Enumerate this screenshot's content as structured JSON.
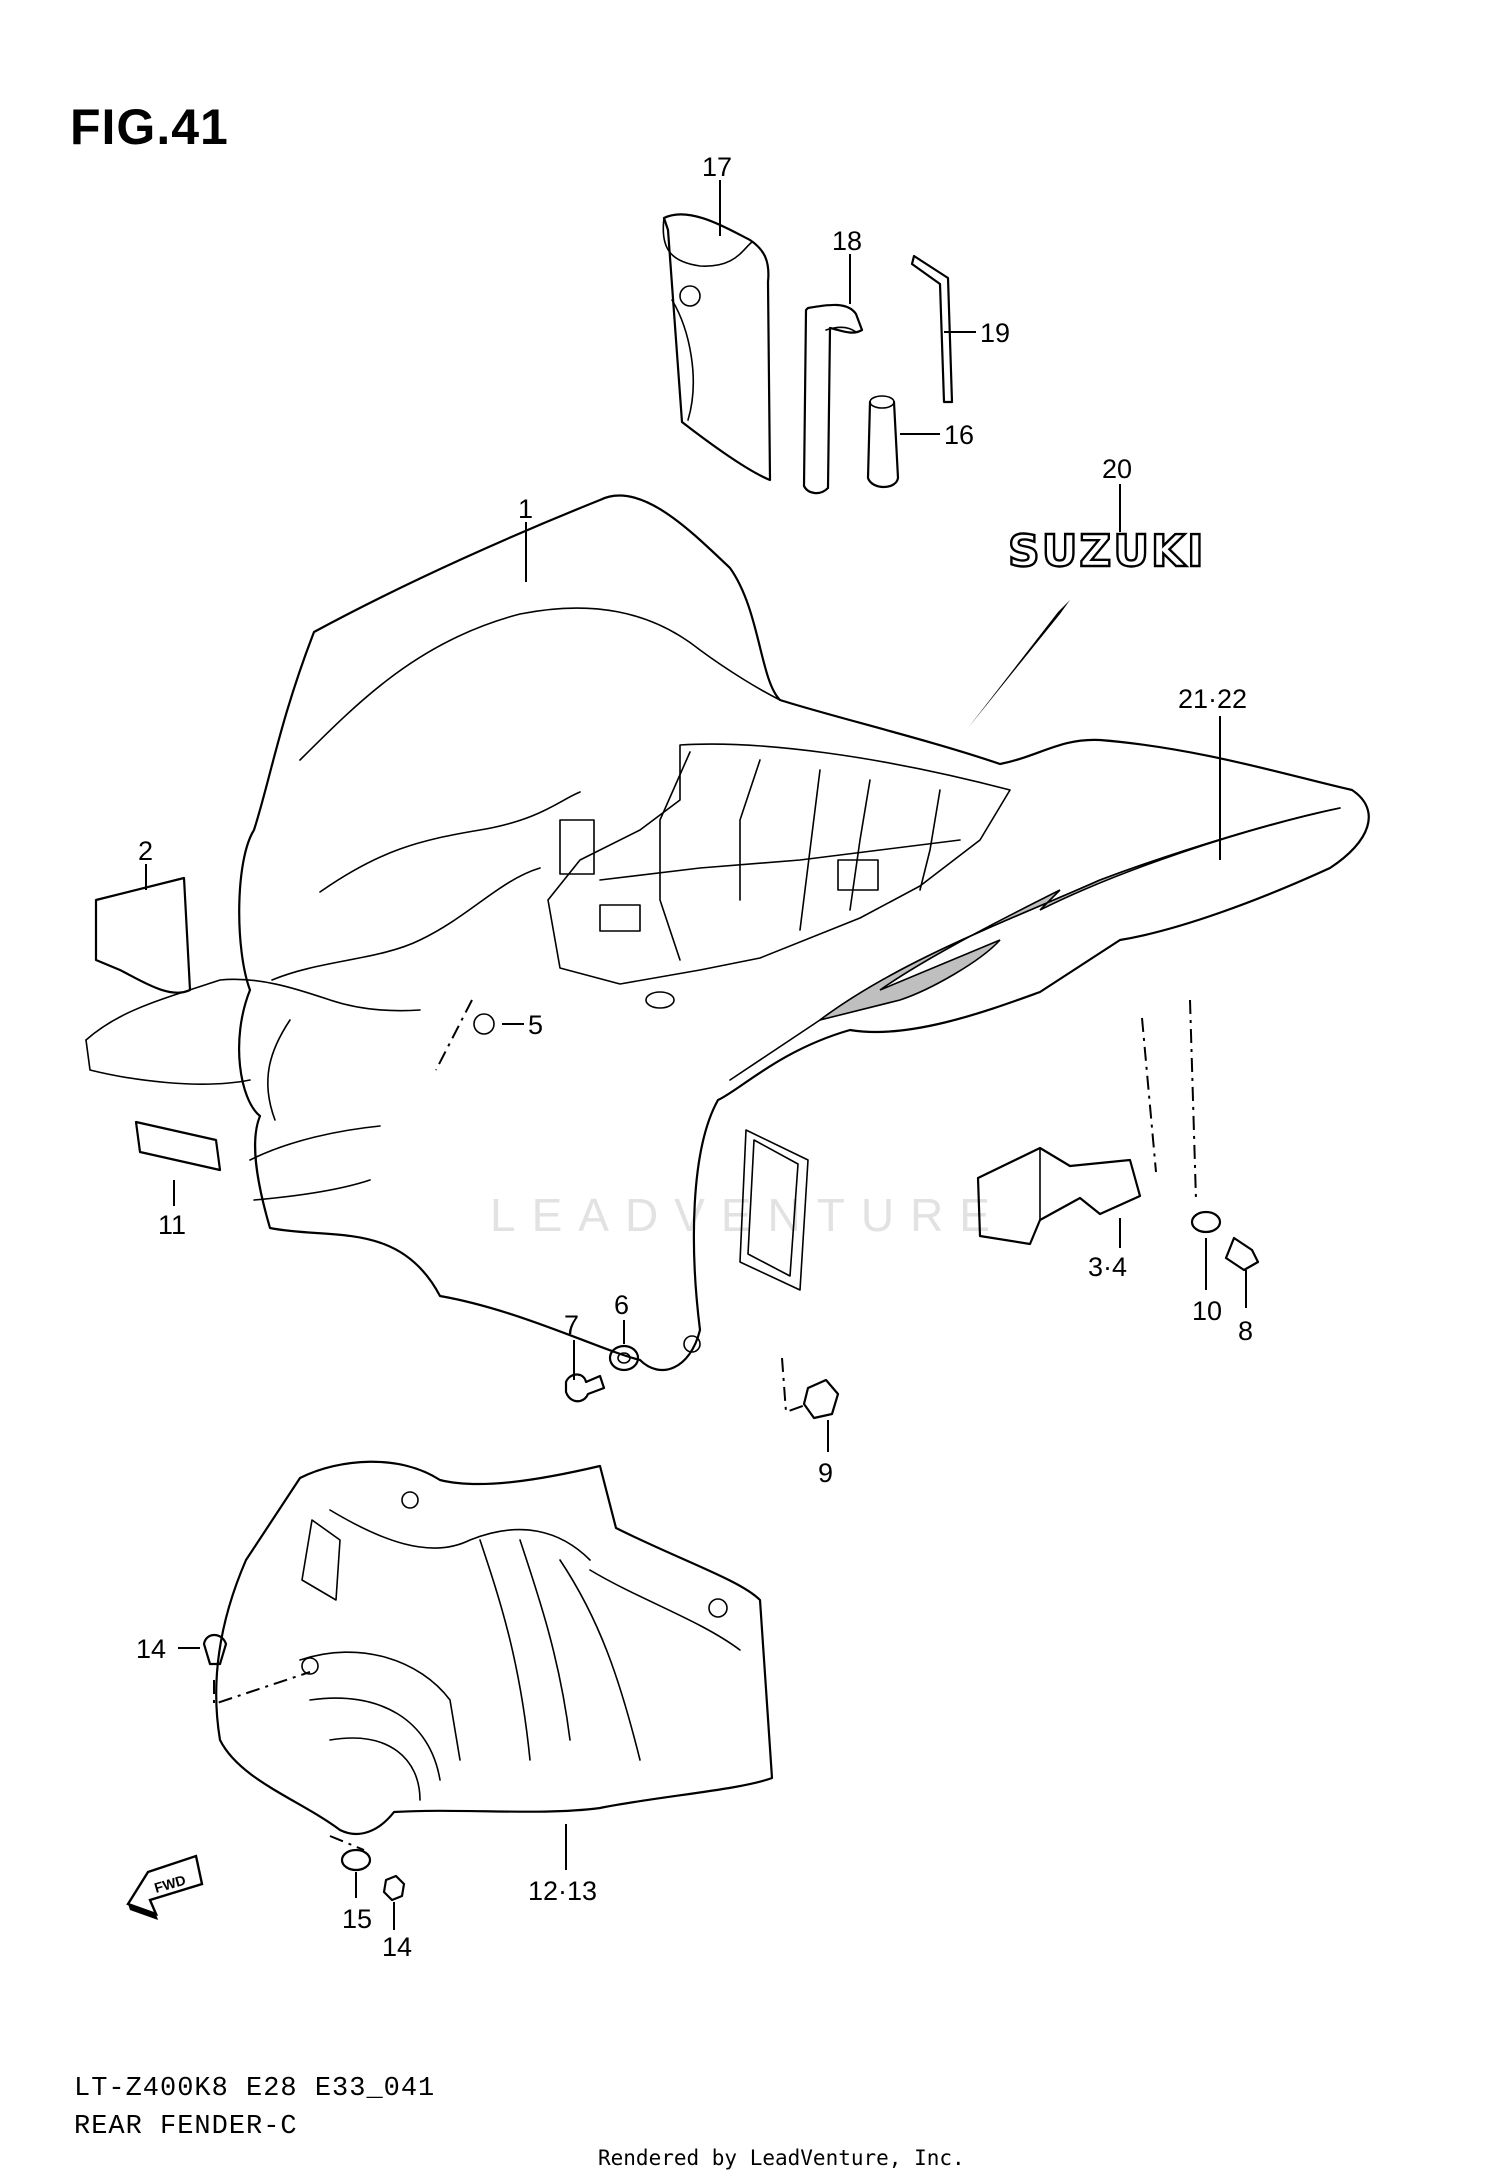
{
  "figure": {
    "title": "FIG.41"
  },
  "diagram": {
    "callouts": [
      "17",
      "18",
      "19",
      "16",
      "20",
      "1",
      "21·22",
      "2",
      "5",
      "11",
      "3·4",
      "10",
      "8",
      "7",
      "6",
      "9",
      "14",
      "12·13",
      "15",
      "14"
    ],
    "brand_label": "SUZUKI",
    "fwd_label": "FWD",
    "watermark": "LEADVENTURE"
  },
  "footer": {
    "model_code": "LT-Z400K8 E28 E33_041",
    "section_name": "REAR FENDER-C",
    "credit": "Rendered by LeadVenture, Inc."
  }
}
